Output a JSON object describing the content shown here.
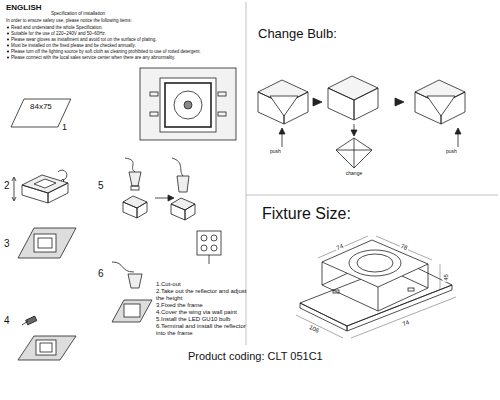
{
  "diagram": {
    "nodes": [
      {
        "text": [
          "84x75"
        ]
      }
    ],
    "labels": [
      "ENGLISH",
      "Specification of installation",
      "In order to ensure safety use, please notice the following items:",
      "Read and understand the whole Specification.",
      "Suitable for the use of 220~240V and 50~60Hz.",
      "Please wear gloves as installment and avoid rot on the surface of plating.",
      "Must be installed on the fixed please and be checked annually.",
      "Please turn off the lighting source by soft cloth as cleaning prohibited to use of rotted detergent.",
      "Please connect with the local sales service center when there are any abnormality.",
      "1",
      "2",
      "3",
      "4",
      "5",
      "6",
      "1.Cut-out",
      "2.Take out the reflector and adjust the height",
      "3.Fixed the frame",
      "4.Cover the wing via wall paint",
      "5.Install the LED GU10 bulb",
      "6.Terminal and install the reflector into the frame",
      "Change Bulb:",
      "push",
      "change",
      "push",
      "Fixture Size:",
      "74",
      "78",
      "45",
      "106",
      "74",
      "Product coding: CLT 051C1"
    ]
  }
}
